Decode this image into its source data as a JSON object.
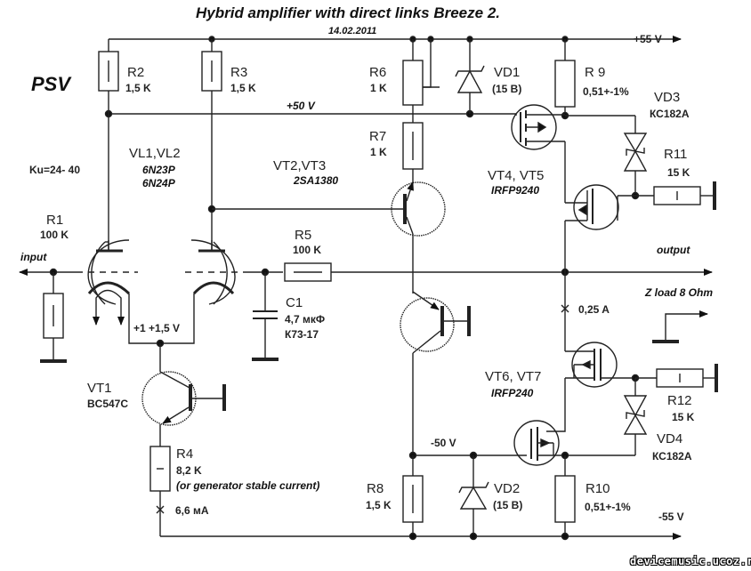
{
  "title": "Hybrid amplifier with direct links Breeze 2.",
  "date": "14.02.2011",
  "author": "PSV",
  "gain": "Ku=24- 40",
  "watermark": "devicemusic.ucoz.ru",
  "rails": {
    "plus55": "+55 V",
    "plus50": "+50 V",
    "minus50": "-50 V",
    "minus55": "-55 V",
    "cathode": "+1 +1,5 V"
  },
  "signals": {
    "input": "input",
    "output": "output",
    "load": "Z load 8 Ohm",
    "bias_current": "0,25 A",
    "tail_current": "6,6 мА"
  },
  "components": {
    "R1": {
      "ref": "R1",
      "value": "100 K"
    },
    "R2": {
      "ref": "R2",
      "value": "1,5 K"
    },
    "R3": {
      "ref": "R3",
      "value": "1,5 K"
    },
    "R4": {
      "ref": "R4",
      "value": "8,2 K",
      "note": "(or generator stable current)"
    },
    "R5": {
      "ref": "R5",
      "value": "100 K"
    },
    "R6": {
      "ref": "R6",
      "value": "1 K"
    },
    "R7": {
      "ref": "R7",
      "value": "1 K"
    },
    "R8": {
      "ref": "R8",
      "value": "1,5 K"
    },
    "R9": {
      "ref": "R 9",
      "value": "0,51+-1%"
    },
    "R10": {
      "ref": "R10",
      "value": "0,51+-1%"
    },
    "R11": {
      "ref": "R11",
      "value": "15 K"
    },
    "R12": {
      "ref": "R12",
      "value": "15 K"
    },
    "C1": {
      "ref": "C1",
      "value": "4,7 мкФ",
      "type": "К73-17"
    },
    "VD1": {
      "ref": "VD1",
      "value": "(15 В)"
    },
    "VD2": {
      "ref": "VD2",
      "value": "(15 В)"
    },
    "VD3": {
      "ref": "VD3",
      "value": "КС182А"
    },
    "VD4": {
      "ref": "VD4",
      "value": "КС182А"
    },
    "VL": {
      "ref": "VL1,VL2",
      "type1": "6N23P",
      "type2": "6N24P"
    },
    "VT1": {
      "ref": "VT1",
      "type": "BC547C"
    },
    "VT23": {
      "ref": "VT2,VT3",
      "type": "2SA1380"
    },
    "VT45": {
      "ref": "VT4, VT5",
      "type": "IRFP9240"
    },
    "VT67": {
      "ref": "VT6, VT7",
      "type": "IRFP240"
    }
  }
}
